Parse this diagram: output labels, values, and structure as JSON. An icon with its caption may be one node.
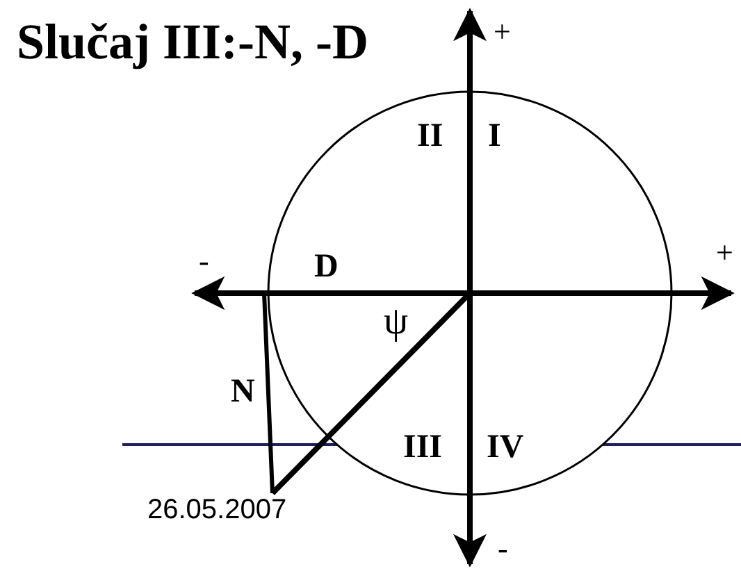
{
  "diagram": {
    "title": "Slučaj III:-N, -D",
    "labels": [
      "+",
      "II",
      "I",
      "-",
      "D",
      "+",
      "ψ",
      "N",
      "III",
      "IV",
      "26.05.2007",
      "-"
    ]
  }
}
